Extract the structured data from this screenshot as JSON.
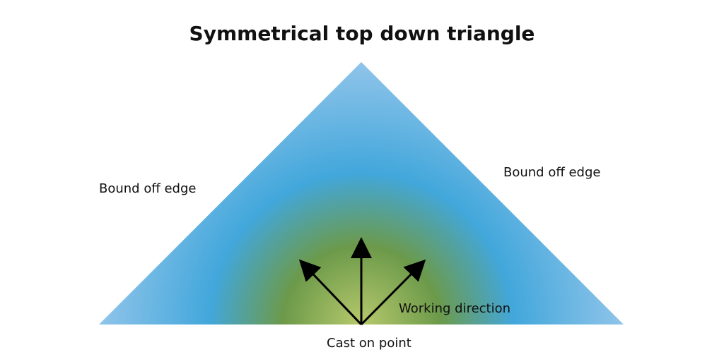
{
  "title": "Symmetrical top down triangle",
  "labels": {
    "left_edge": "Bound off edge",
    "right_edge": "Bound off edge",
    "cast_on": "Cast on point",
    "working_direction": "Working direction"
  },
  "colors": {
    "outer_blue": "#8fc4ea",
    "mid_blue": "#42a7db",
    "green": "#6c9a4a",
    "light_green": "#b7c96c",
    "arrow": "#000000"
  }
}
